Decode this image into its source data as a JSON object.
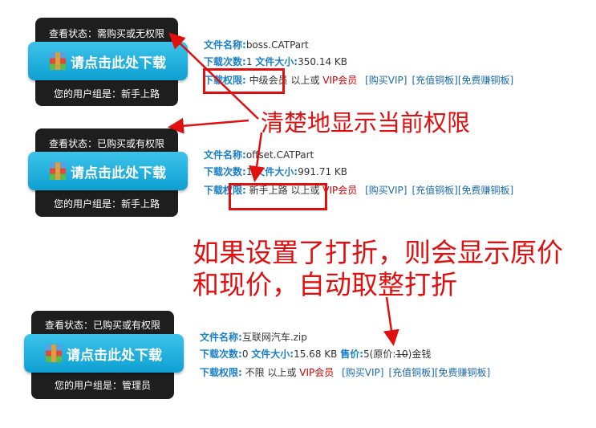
{
  "blocks": [
    {
      "status": "查看状态：需购买或无权限",
      "button": "请点击此处下载",
      "group": "您的用户组是：新手上路",
      "name_label": "文件名称:",
      "name": "boss.CATPart",
      "count_label": "下载次数:",
      "count": "1",
      "size_label": "文件大小:",
      "size": "350.14 KB",
      "perm_label": "下载权限:",
      "perm": "中级会员 以上或",
      "vip": "VIP会员",
      "links": [
        "[购买VIP]",
        "[充值铜板]",
        "[免费赚铜板]"
      ]
    },
    {
      "status": "查看状态：已购买或有权限",
      "button": "请点击此处下载",
      "group": "您的用户组是：新手上路",
      "name_label": "文件名称:",
      "name": "offset.CATPart",
      "count_label": "下载次数:",
      "count": "1",
      "size_label": "文件大小:",
      "size": "991.71 KB",
      "perm_label": "下载权限:",
      "perm": "新手上路 以上或",
      "vip": "VIP会员",
      "links": [
        "[购买VIP]",
        "[充值铜板]",
        "[免费赚铜板]"
      ]
    },
    {
      "status": "查看状态：已购买或有权限",
      "button": "请点击此处下载",
      "group": "您的用户组是：管理员",
      "name_label": "文件名称:",
      "name": "互联网汽车.zip",
      "count_label": "下载次数:",
      "count": "0",
      "size_label": "文件大小:",
      "size": "15.68 KB",
      "price_label": "售价:",
      "price": "5",
      "orig_prefix": "(原价:",
      "orig": "10",
      "orig_suffix": ")金钱",
      "perm_label": "下载权限:",
      "perm": "不限 以上或",
      "vip": "VIP会员",
      "links": [
        "[购买VIP]",
        "[充值铜板]",
        "[免费赚铜板]"
      ]
    }
  ],
  "annotations": {
    "a1": "清楚地显示当前权限",
    "a2_line1": "如果设置了打折，则会显示原价",
    "a2_line2": "和现价，自动取整打折"
  },
  "colors": {
    "annotation": "#e01010",
    "label": "#1a7fc8",
    "button": "#1aaee0"
  }
}
